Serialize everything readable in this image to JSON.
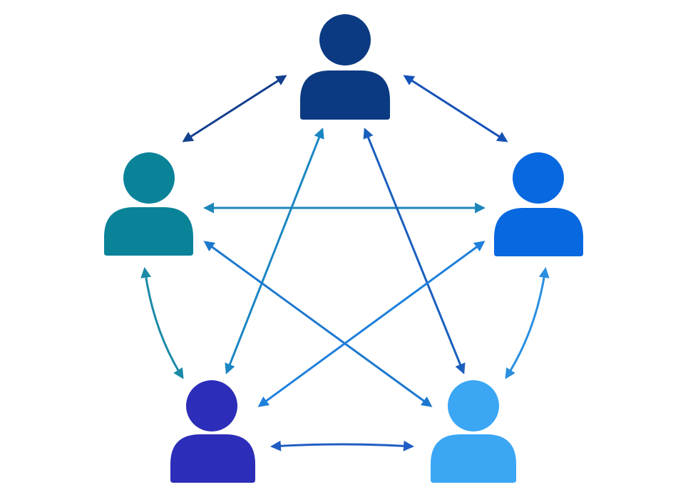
{
  "diagram": {
    "type": "fully-connected-network",
    "nodes": [
      {
        "id": "top",
        "icon": "person-icon",
        "color": "#0b3a82"
      },
      {
        "id": "left",
        "icon": "person-icon",
        "color": "#0a8399"
      },
      {
        "id": "right",
        "icon": "person-icon",
        "color": "#0868e0"
      },
      {
        "id": "bottom-left",
        "icon": "person-icon",
        "color": "#2c2db8"
      },
      {
        "id": "bottom-right",
        "icon": "person-icon",
        "color": "#3aa6f4"
      }
    ],
    "edges": [
      {
        "from": "top",
        "to": "left",
        "color": "#133f8f",
        "bidirectional": true
      },
      {
        "from": "top",
        "to": "right",
        "color": "#1552b8",
        "bidirectional": true
      },
      {
        "from": "left",
        "to": "bottom-left",
        "color": "#1a8aa6",
        "bidirectional": true
      },
      {
        "from": "right",
        "to": "bottom-right",
        "color": "#2b8fe0",
        "bidirectional": true
      },
      {
        "from": "bottom-left",
        "to": "bottom-right",
        "color": "#1f5cc4",
        "bidirectional": true
      },
      {
        "from": "left",
        "to": "right",
        "color": "#1c86b8",
        "bidirectional": true
      },
      {
        "from": "top",
        "to": "bottom-left",
        "color": "#1a86c2",
        "bidirectional": true
      },
      {
        "from": "top",
        "to": "bottom-right",
        "color": "#1a5fbd",
        "bidirectional": true
      },
      {
        "from": "left",
        "to": "bottom-right",
        "color": "#1c78cf",
        "bidirectional": true
      },
      {
        "from": "right",
        "to": "bottom-left",
        "color": "#1e80dc",
        "bidirectional": true
      }
    ]
  }
}
